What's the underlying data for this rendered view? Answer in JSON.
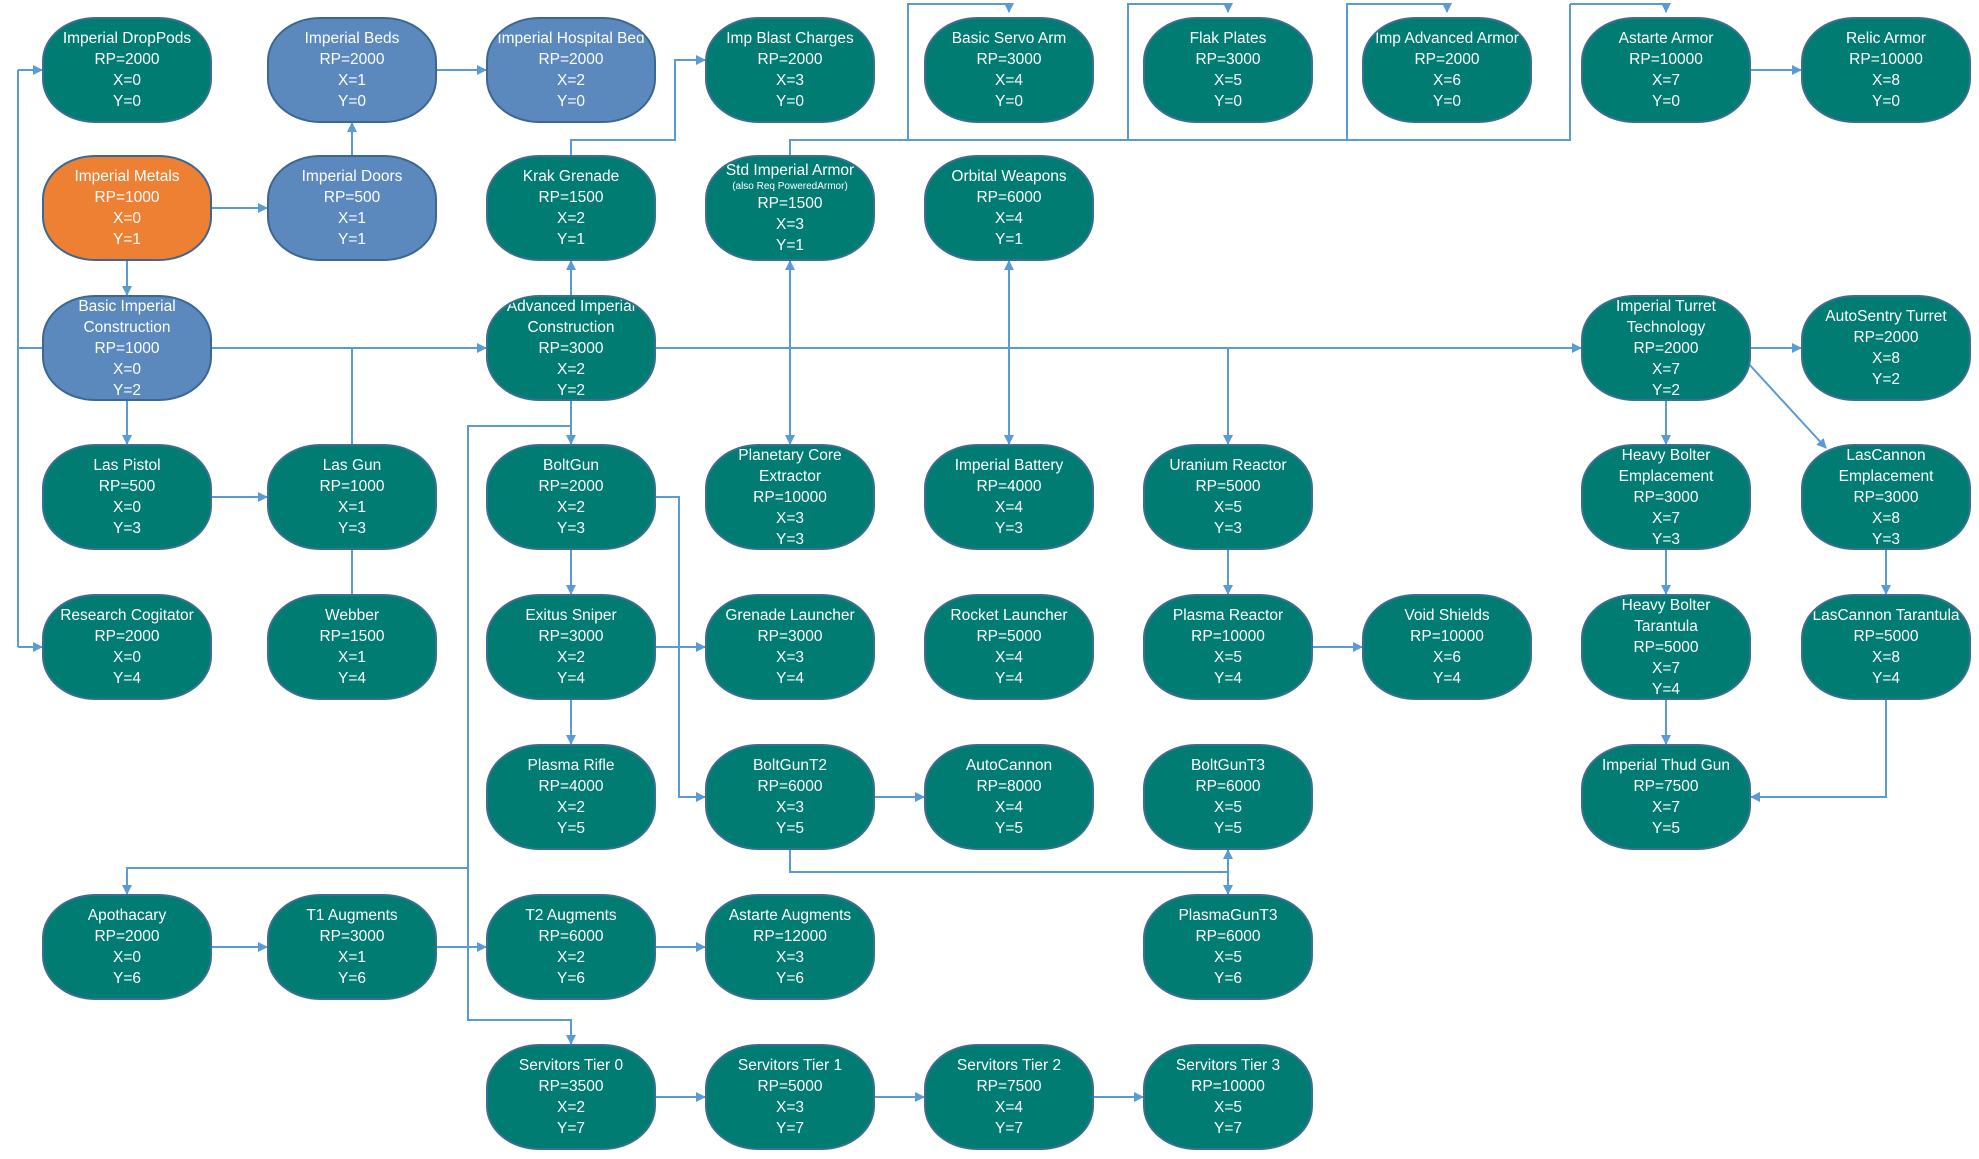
{
  "colors": {
    "teal": "#007c72",
    "blue": "#5b89bd",
    "orange": "#ee8033",
    "line": "#5b9bd5"
  },
  "nodes": [
    {
      "id": "dropPods",
      "fill": "teal",
      "lines": [
        "Imperial DropPods",
        "RP=2000",
        "X=0",
        "Y=0"
      ]
    },
    {
      "id": "beds",
      "fill": "blue",
      "lines": [
        "Imperial Beds",
        "RP=2000",
        "X=1",
        "Y=0"
      ]
    },
    {
      "id": "hospitalBed",
      "fill": "blue",
      "lines": [
        "Imperial Hospital Bed",
        "RP=2000",
        "X=2",
        "Y=0"
      ]
    },
    {
      "id": "blastCharges",
      "fill": "teal",
      "lines": [
        "Imp Blast Charges",
        "RP=2000",
        "X=3",
        "Y=0"
      ]
    },
    {
      "id": "servoArm",
      "fill": "teal",
      "lines": [
        "Basic Servo Arm",
        "RP=3000",
        "X=4",
        "Y=0"
      ]
    },
    {
      "id": "flakPlates",
      "fill": "teal",
      "lines": [
        "Flak Plates",
        "RP=3000",
        "X=5",
        "Y=0"
      ]
    },
    {
      "id": "advArmor",
      "fill": "teal",
      "lines": [
        "Imp Advanced Armor",
        "RP=2000",
        "X=6",
        "Y=0"
      ]
    },
    {
      "id": "astarteArmor",
      "fill": "teal",
      "lines": [
        "Astarte Armor",
        "RP=10000",
        "X=7",
        "Y=0"
      ]
    },
    {
      "id": "relicArmor",
      "fill": "teal",
      "lines": [
        "Relic Armor",
        "RP=10000",
        "X=8",
        "Y=0"
      ]
    },
    {
      "id": "metals",
      "fill": "orange",
      "lines": [
        "Imperial Metals",
        "RP=1000",
        "X=0",
        "Y=1"
      ]
    },
    {
      "id": "doors",
      "fill": "blue",
      "lines": [
        "Imperial Doors",
        "RP=500",
        "X=1",
        "Y=1"
      ]
    },
    {
      "id": "krak",
      "fill": "teal",
      "lines": [
        "Krak Grenade",
        "RP=1500",
        "X=2",
        "Y=1"
      ]
    },
    {
      "id": "stdArmor",
      "fill": "teal",
      "lines": [
        "Std Imperial Armor",
        "RP=1500",
        "X=3",
        "Y=1"
      ],
      "note": "(also Req PoweredArmor)"
    },
    {
      "id": "orbital",
      "fill": "teal",
      "lines": [
        "Orbital Weapons",
        "RP=6000",
        "X=4",
        "Y=1"
      ]
    },
    {
      "id": "basicConst",
      "fill": "blue",
      "lines": [
        "Basic Imperial",
        "Construction",
        "RP=1000",
        "X=0",
        "Y=2"
      ]
    },
    {
      "id": "advConst",
      "fill": "teal",
      "lines": [
        "Advanced Imperial",
        "Construction",
        "RP=3000",
        "X=2",
        "Y=2"
      ]
    },
    {
      "id": "turretTech",
      "fill": "teal",
      "lines": [
        "Imperial Turret",
        "Technology",
        "RP=2000",
        "X=7",
        "Y=2"
      ]
    },
    {
      "id": "autoSentry",
      "fill": "teal",
      "lines": [
        "AutoSentry Turret",
        "RP=2000",
        "X=8",
        "Y=2"
      ]
    },
    {
      "id": "lasPistol",
      "fill": "teal",
      "lines": [
        "Las Pistol",
        "RP=500",
        "X=0",
        "Y=3"
      ]
    },
    {
      "id": "lasGun",
      "fill": "teal",
      "lines": [
        "Las Gun",
        "RP=1000",
        "X=1",
        "Y=3"
      ]
    },
    {
      "id": "boltGun",
      "fill": "teal",
      "lines": [
        "BoltGun",
        "RP=2000",
        "X=2",
        "Y=3"
      ]
    },
    {
      "id": "coreExtractor",
      "fill": "teal",
      "lines": [
        "Planetary Core",
        "Extractor",
        "RP=10000",
        "X=3",
        "Y=3"
      ]
    },
    {
      "id": "battery",
      "fill": "teal",
      "lines": [
        "Imperial Battery",
        "RP=4000",
        "X=4",
        "Y=3"
      ]
    },
    {
      "id": "uranium",
      "fill": "teal",
      "lines": [
        "Uranium Reactor",
        "RP=5000",
        "X=5",
        "Y=3"
      ]
    },
    {
      "id": "hbEmplacement",
      "fill": "teal",
      "lines": [
        "Heavy Bolter",
        "Emplacement",
        "RP=3000",
        "X=7",
        "Y=3"
      ]
    },
    {
      "id": "lcEmplacement",
      "fill": "teal",
      "lines": [
        "LasCannon",
        "Emplacement",
        "RP=3000",
        "X=8",
        "Y=3"
      ]
    },
    {
      "id": "cogitator",
      "fill": "teal",
      "lines": [
        "Research Cogitator",
        "RP=2000",
        "X=0",
        "Y=4"
      ]
    },
    {
      "id": "webber",
      "fill": "teal",
      "lines": [
        "Webber",
        "RP=1500",
        "X=1",
        "Y=4"
      ]
    },
    {
      "id": "exitus",
      "fill": "teal",
      "lines": [
        "Exitus Sniper",
        "RP=3000",
        "X=2",
        "Y=4"
      ]
    },
    {
      "id": "grenadeLauncher",
      "fill": "teal",
      "lines": [
        "Grenade Launcher",
        "RP=3000",
        "X=3",
        "Y=4"
      ]
    },
    {
      "id": "rocketLauncher",
      "fill": "teal",
      "lines": [
        "Rocket Launcher",
        "RP=5000",
        "X=4",
        "Y=4"
      ]
    },
    {
      "id": "plasmaReactor",
      "fill": "teal",
      "lines": [
        "Plasma Reactor",
        "RP=10000",
        "X=5",
        "Y=4"
      ]
    },
    {
      "id": "voidShields",
      "fill": "teal",
      "lines": [
        "Void Shields",
        "RP=10000",
        "X=6",
        "Y=4"
      ]
    },
    {
      "id": "hbTarantula",
      "fill": "teal",
      "lines": [
        "Heavy Bolter",
        "Tarantula",
        "RP=5000",
        "X=7",
        "Y=4"
      ]
    },
    {
      "id": "lcTarantula",
      "fill": "teal",
      "lines": [
        "LasCannon Tarantula",
        "RP=5000",
        "X=8",
        "Y=4"
      ]
    },
    {
      "id": "plasmaRifle",
      "fill": "teal",
      "lines": [
        "Plasma Rifle",
        "RP=4000",
        "X=2",
        "Y=5"
      ]
    },
    {
      "id": "boltGunT2",
      "fill": "teal",
      "lines": [
        "BoltGunT2",
        "RP=6000",
        "X=3",
        "Y=5"
      ]
    },
    {
      "id": "autoCannon",
      "fill": "teal",
      "lines": [
        "AutoCannon",
        "RP=8000",
        "X=4",
        "Y=5"
      ]
    },
    {
      "id": "boltGunT3",
      "fill": "teal",
      "lines": [
        "BoltGunT3",
        "RP=6000",
        "X=5",
        "Y=5"
      ]
    },
    {
      "id": "thudGun",
      "fill": "teal",
      "lines": [
        "Imperial Thud Gun",
        "RP=7500",
        "X=7",
        "Y=5"
      ]
    },
    {
      "id": "apothecary",
      "fill": "teal",
      "lines": [
        "Apothacary",
        "RP=2000",
        "X=0",
        "Y=6"
      ]
    },
    {
      "id": "t1Aug",
      "fill": "teal",
      "lines": [
        "T1 Augments",
        "RP=3000",
        "X=1",
        "Y=6"
      ]
    },
    {
      "id": "t2Aug",
      "fill": "teal",
      "lines": [
        "T2 Augments",
        "RP=6000",
        "X=2",
        "Y=6"
      ]
    },
    {
      "id": "astarteAug",
      "fill": "teal",
      "lines": [
        "Astarte Augments",
        "RP=12000",
        "X=3",
        "Y=6"
      ]
    },
    {
      "id": "plasmaGunT3",
      "fill": "teal",
      "lines": [
        "PlasmaGunT3",
        "RP=6000",
        "X=5",
        "Y=6"
      ]
    },
    {
      "id": "servitors0",
      "fill": "teal",
      "lines": [
        "Servitors Tier 0",
        "RP=3500",
        "X=2",
        "Y=7"
      ]
    },
    {
      "id": "servitors1",
      "fill": "teal",
      "lines": [
        "Servitors Tier 1",
        "RP=5000",
        "X=3",
        "Y=7"
      ]
    },
    {
      "id": "servitors2",
      "fill": "teal",
      "lines": [
        "Servitors Tier 2",
        "RP=7500",
        "X=4",
        "Y=7"
      ]
    },
    {
      "id": "servitors3",
      "fill": "teal",
      "lines": [
        "Servitors Tier 3",
        "RP=10000",
        "X=5",
        "Y=7"
      ]
    }
  ]
}
